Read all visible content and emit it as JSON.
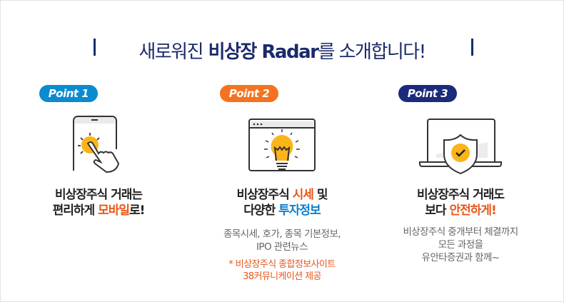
{
  "title": {
    "prefix": "새로워진",
    "highlight": "비상장 Radar",
    "suffix": "를 소개합니다!"
  },
  "colors": {
    "navy": "#1b2a6b",
    "blue": "#0a8bd0",
    "orange": "#f47320",
    "accent": "#e8561a",
    "yellow": "#fbb519"
  },
  "points": [
    {
      "badge": "Point 1",
      "icon": "phone-tap-icon",
      "head1": "비상장주식 거래는",
      "head2a": "편리하게 ",
      "head2b": "모바일",
      "head2c": "로!"
    },
    {
      "badge": "Point 2",
      "icon": "browser-lightbulb-icon",
      "head1a": "비상장주식 ",
      "head1b": "시세",
      "head1c": " 및",
      "head2a": "다양한 ",
      "head2b": "투자정보",
      "body1": "종목시세, 호가, 종목 기본정보,",
      "body2": "IPO 관련뉴스",
      "note1": "* 비상장주식 종합정보사이트",
      "note2": "38커뮤니케이션 제공"
    },
    {
      "badge": "Point 3",
      "icon": "laptop-shield-icon",
      "head1": "비상장주식 거래도",
      "head2a": "보다 ",
      "head2b": "안전하게!",
      "body1": "비상장주식  중개부터 체결까지",
      "body2": "모든 과정을",
      "body3": "유안타증권과 함께~"
    }
  ]
}
